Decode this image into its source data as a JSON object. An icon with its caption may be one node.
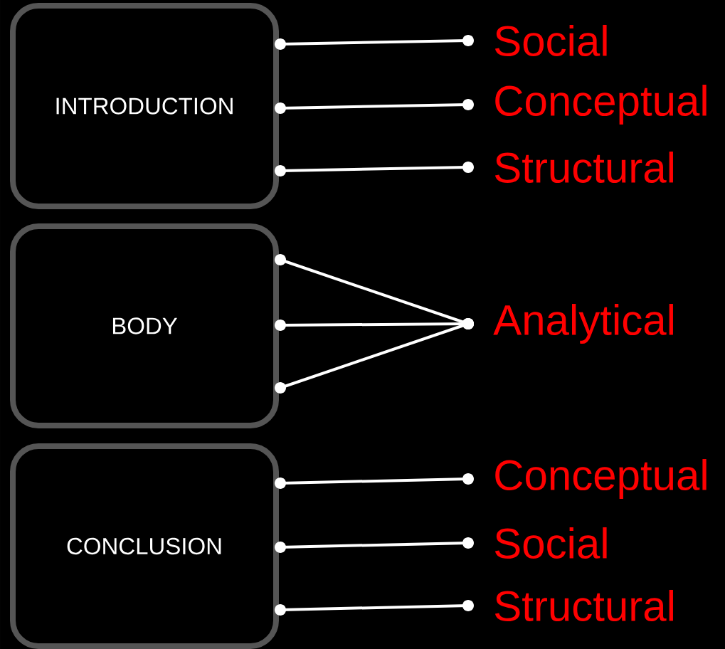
{
  "diagram": {
    "nodes": [
      {
        "text": [
          "INTRODUCTION"
        ]
      },
      {
        "text": [
          "BODY"
        ]
      },
      {
        "text": [
          "CONCLUSION"
        ]
      },
      {
        "text": [
          "Social"
        ]
      },
      {
        "text": [
          "Conceptual"
        ]
      },
      {
        "text": [
          "Structural"
        ]
      },
      {
        "text": [
          "Analytical"
        ]
      },
      {
        "text": [
          "Conceptual"
        ]
      },
      {
        "text": [
          "Social"
        ]
      },
      {
        "text": [
          "Structural"
        ]
      }
    ],
    "edges": [
      {
        "from": 0,
        "to": 3,
        "arrow": "other"
      },
      {
        "from": 0,
        "to": 4,
        "arrow": "other"
      },
      {
        "from": 0,
        "to": 5,
        "arrow": "other"
      },
      {
        "from": 1,
        "to": 6,
        "arrow": "other"
      },
      {
        "from": 1,
        "to": 6,
        "arrow": "other"
      },
      {
        "from": 1,
        "to": 6,
        "arrow": "other"
      },
      {
        "from": 2,
        "to": 7,
        "arrow": "other"
      },
      {
        "from": 2,
        "to": 8,
        "arrow": "other"
      },
      {
        "from": 2,
        "to": 9,
        "arrow": "other"
      }
    ]
  }
}
